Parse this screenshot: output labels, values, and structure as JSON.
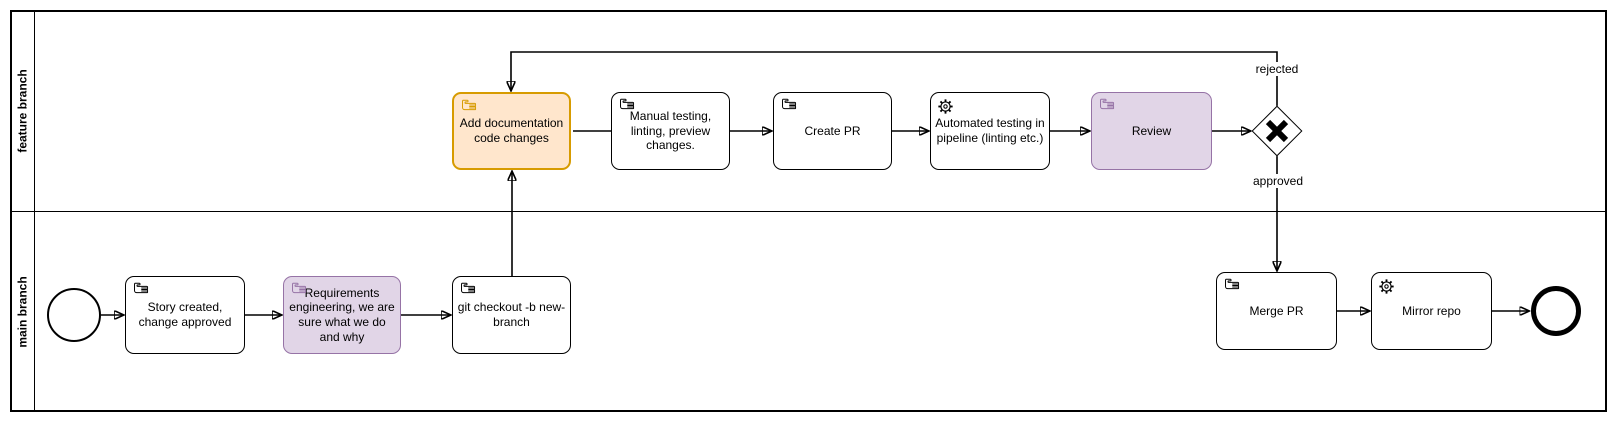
{
  "diagram": {
    "type": "bpmn-flowchart",
    "lanes": [
      {
        "id": "feature-branch",
        "label": "feature branch"
      },
      {
        "id": "main-branch",
        "label": "main branch"
      }
    ],
    "nodes": {
      "start": {
        "type": "start-event"
      },
      "story": {
        "label": "Story created, change approved",
        "icon": "hand-icon"
      },
      "requirements": {
        "label": "Requirements engineering, we are sure what we do and why",
        "icon": "hand-icon"
      },
      "git_checkout": {
        "label": "git checkout -b new-branch",
        "icon": "hand-icon"
      },
      "add_documentation": {
        "label": "Add documentation code changes",
        "icon": "hand-icon"
      },
      "manual_testing": {
        "label": "Manual testing, linting, preview changes.",
        "icon": "hand-icon"
      },
      "create_pr": {
        "label": "Create PR",
        "icon": "hand-icon"
      },
      "automated_testing": {
        "label": "Automated testing in pipeline (linting etc.)",
        "icon": "gear-icon"
      },
      "review": {
        "label": "Review",
        "icon": "hand-icon"
      },
      "merge_pr": {
        "label": "Merge PR",
        "icon": "hand-icon"
      },
      "mirror_repo": {
        "label": "Mirror repo",
        "icon": "gear-icon"
      },
      "decision_gateway": {
        "type": "exclusive-gateway"
      },
      "end": {
        "type": "end-event"
      }
    },
    "edge_labels": {
      "rejected": "rejected",
      "approved": "approved"
    },
    "colors": {
      "highlight_orange_fill": "#ffe6cc",
      "highlight_orange_stroke": "#d79b00",
      "highlight_purple_fill": "#e1d5e7",
      "highlight_purple_stroke": "#9673a6",
      "default_fill": "#ffffff",
      "default_stroke": "#000000"
    }
  }
}
